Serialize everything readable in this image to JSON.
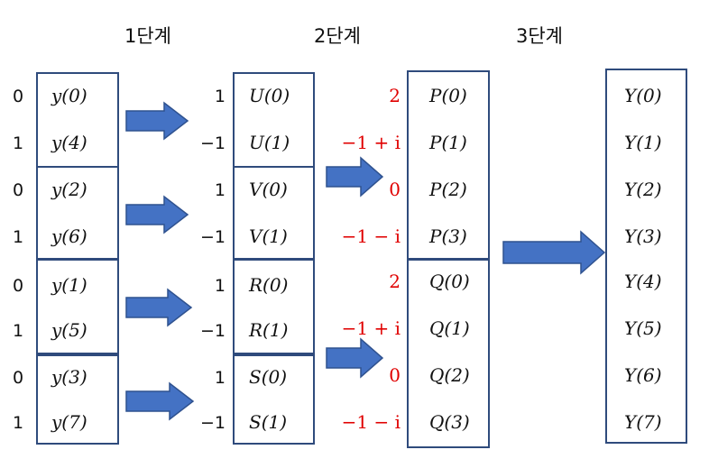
{
  "stages": [
    "1단계",
    "2단계",
    "3단계"
  ],
  "stage1": {
    "groups": [
      {
        "rows": [
          {
            "index": "0",
            "label": "y(0)"
          },
          {
            "index": "1",
            "label": "y(4)"
          }
        ]
      },
      {
        "rows": [
          {
            "index": "0",
            "label": "y(2)"
          },
          {
            "index": "1",
            "label": "y(6)"
          }
        ]
      },
      {
        "rows": [
          {
            "index": "0",
            "label": "y(1)"
          },
          {
            "index": "1",
            "label": "y(5)"
          }
        ]
      },
      {
        "rows": [
          {
            "index": "0",
            "label": "y(3)"
          },
          {
            "index": "1",
            "label": "y(7)"
          }
        ]
      }
    ]
  },
  "stage2": {
    "groups": [
      {
        "rows": [
          {
            "twiddle": "1",
            "label": "U(0)"
          },
          {
            "twiddle": "−1",
            "label": "U(1)"
          }
        ]
      },
      {
        "rows": [
          {
            "twiddle": "1",
            "label": "V(0)"
          },
          {
            "twiddle": "−1",
            "label": "V(1)"
          }
        ]
      },
      {
        "rows": [
          {
            "twiddle": "1",
            "label": "R(0)"
          },
          {
            "twiddle": "−1",
            "label": "R(1)"
          }
        ]
      },
      {
        "rows": [
          {
            "twiddle": "1",
            "label": "S(0)"
          },
          {
            "twiddle": "−1",
            "label": "S(1)"
          }
        ]
      }
    ]
  },
  "stage3": {
    "groups": [
      {
        "rows": [
          {
            "twiddle": "2",
            "label": "P(0)"
          },
          {
            "twiddle": "−1 + i",
            "label": "P(1)"
          },
          {
            "twiddle": "0",
            "label": "P(2)"
          },
          {
            "twiddle": "−1 − i",
            "label": "P(3)"
          }
        ]
      },
      {
        "rows": [
          {
            "twiddle": "2",
            "label": "Q(0)"
          },
          {
            "twiddle": "−1 + i",
            "label": "Q(1)"
          },
          {
            "twiddle": "0",
            "label": "Q(2)"
          },
          {
            "twiddle": "−1 − i",
            "label": "Q(3)"
          }
        ]
      }
    ]
  },
  "output": {
    "rows": [
      "Y(0)",
      "Y(1)",
      "Y(2)",
      "Y(3)",
      "Y(4)",
      "Y(5)",
      "Y(6)",
      "Y(7)"
    ]
  },
  "colors": {
    "box_border": "#2f4b7c",
    "arrow_fill": "#4472c4",
    "arrow_stroke": "#2f528f",
    "twiddle": "#e00000"
  }
}
